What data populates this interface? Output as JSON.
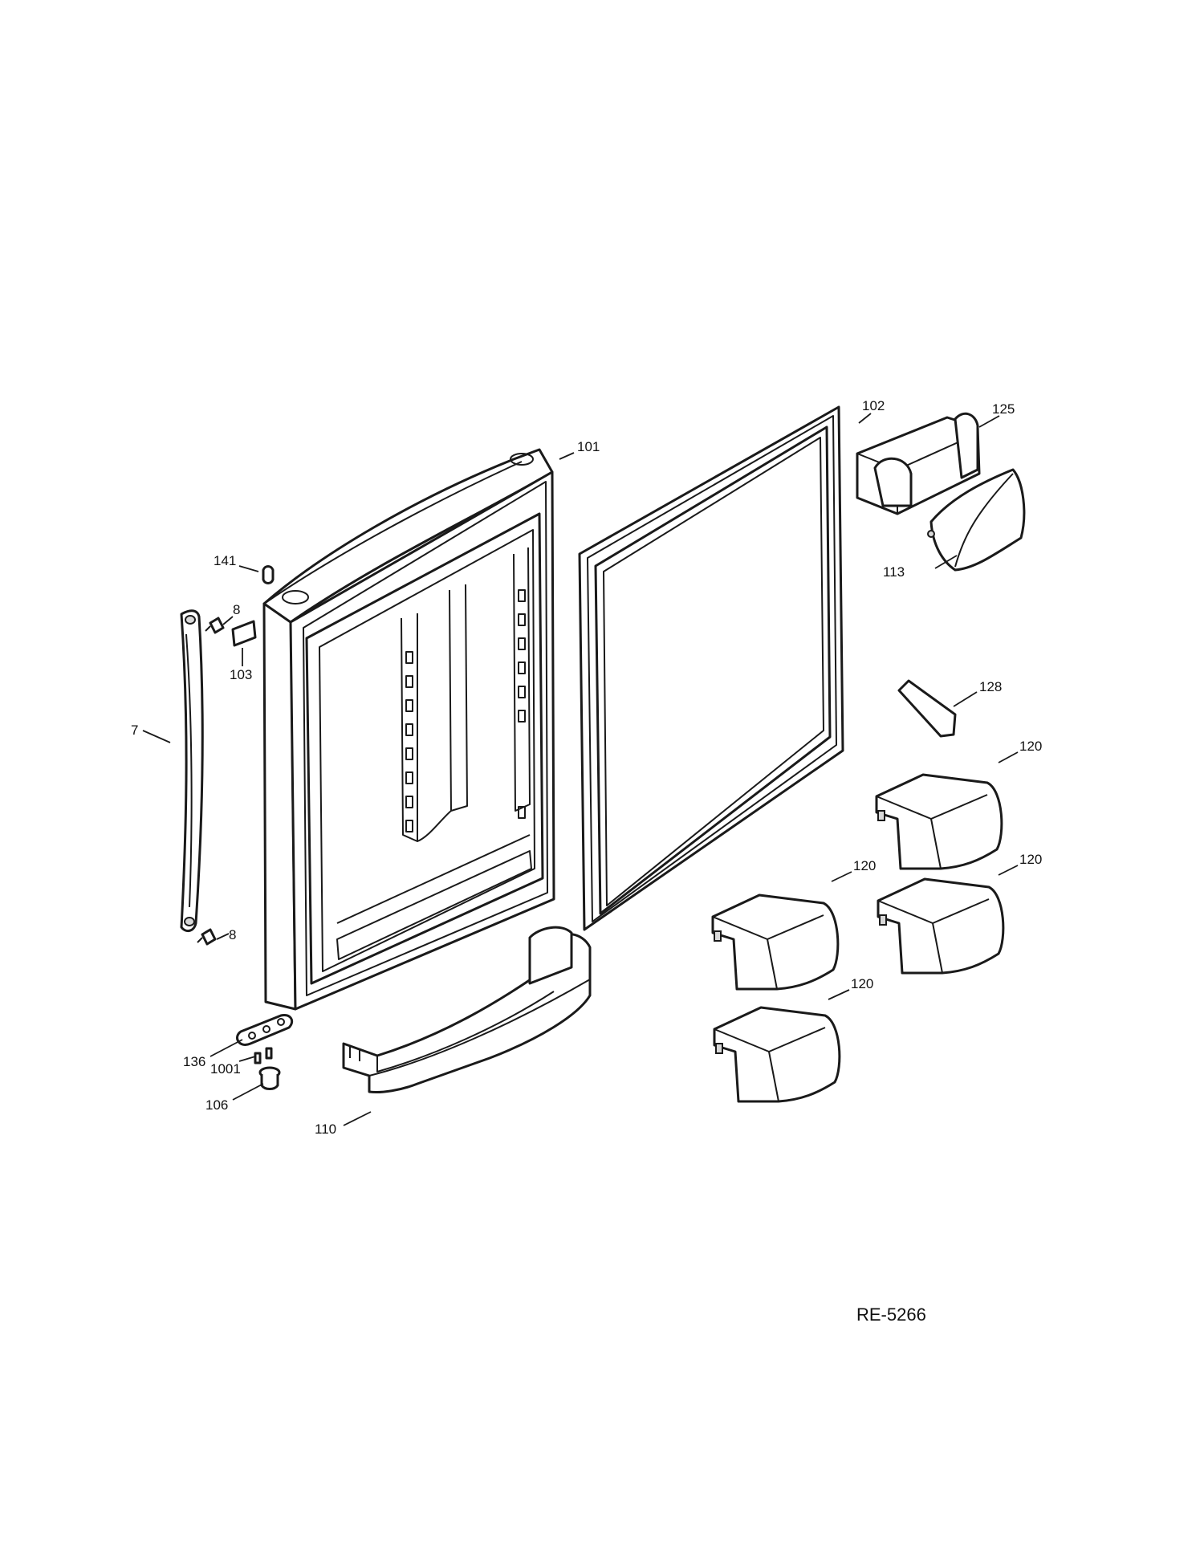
{
  "diagram_code": "RE-5266",
  "callouts": {
    "c101": "101",
    "c102": "102",
    "c125": "125",
    "c113": "113",
    "c141": "141",
    "c8a": "8",
    "c103": "103",
    "c7": "7",
    "c8b": "8",
    "c128": "128",
    "c120a": "120",
    "c120b": "120",
    "c120c": "120",
    "c120d": "120",
    "c136": "136",
    "c1001": "1001",
    "c106": "106",
    "c110": "110"
  }
}
